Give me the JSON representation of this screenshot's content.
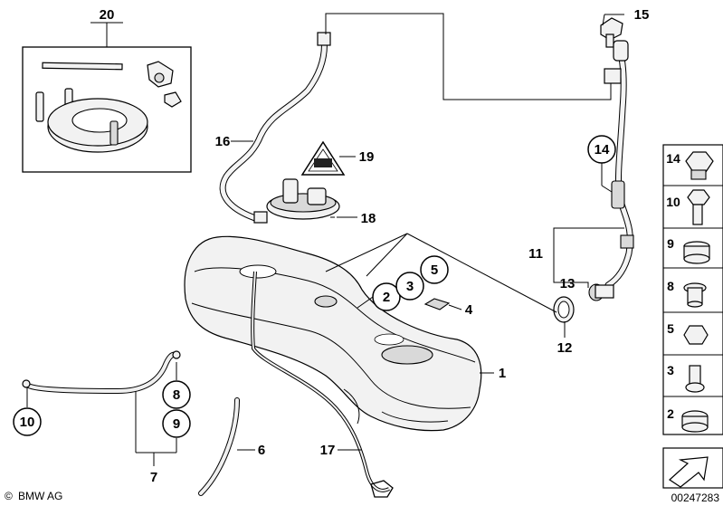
{
  "callouts": {
    "c20": "20",
    "c16": "16",
    "c19": "19",
    "c18": "18",
    "c15": "15",
    "c14": "14",
    "c11": "11",
    "c13": "13",
    "c12": "12",
    "c2": "2",
    "c3": "3",
    "c5": "5",
    "c4": "4",
    "c1": "1",
    "c8": "8",
    "c9": "9",
    "c10": "10",
    "c7": "7",
    "c6": "6",
    "c17": "17"
  },
  "side_panel": [
    {
      "label": "14"
    },
    {
      "label": "10"
    },
    {
      "label": "9"
    },
    {
      "label": "8"
    },
    {
      "label": "5"
    },
    {
      "label": "3"
    },
    {
      "label": "2"
    }
  ],
  "footer": {
    "brand": "BMW AG",
    "copyright_symbol": "©",
    "diagram_number": "00247283"
  }
}
